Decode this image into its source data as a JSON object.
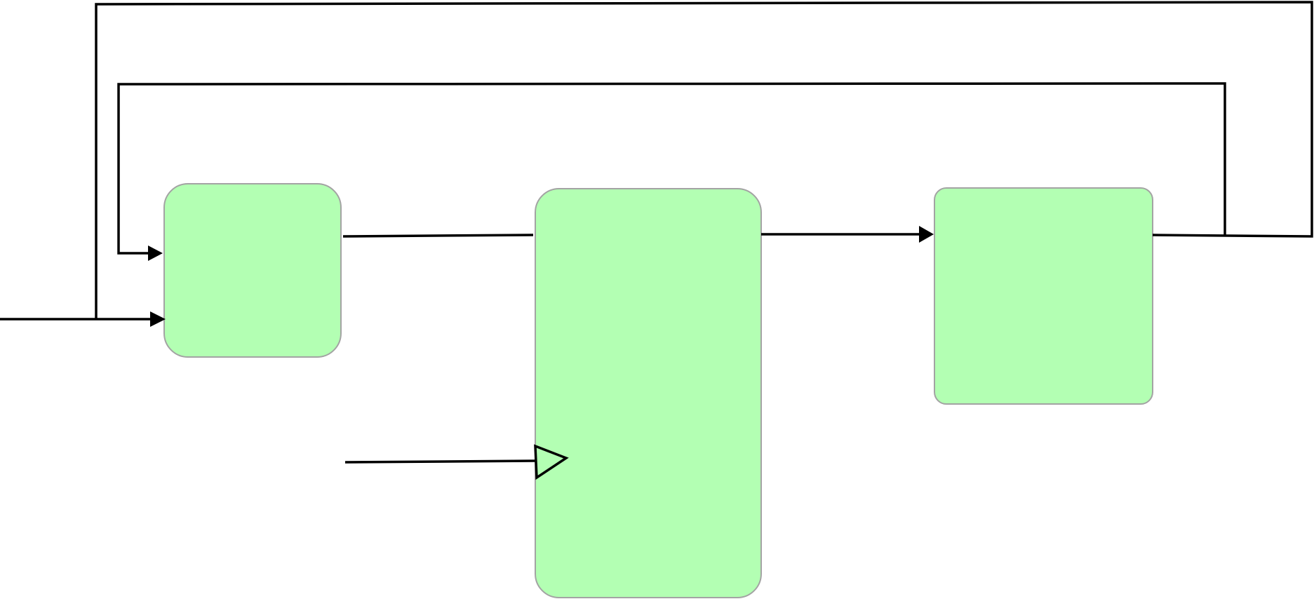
{
  "diagram": {
    "type": "block-diagram",
    "blocks": [
      {
        "id": "left-block",
        "text": ""
      },
      {
        "id": "center-block",
        "text": ""
      },
      {
        "id": "right-block",
        "text": ""
      }
    ],
    "connections": [
      {
        "id": "external-input",
        "from": "",
        "to": "left-block",
        "head": "filled-arrow"
      },
      {
        "id": "left-to-center",
        "from": "left-block",
        "to": "center-block",
        "head": "none"
      },
      {
        "id": "center-to-right",
        "from": "center-block",
        "to": "right-block",
        "head": "filled-arrow"
      },
      {
        "id": "feedback-inner",
        "from": "right-block",
        "to": "left-block",
        "head": "filled-arrow"
      },
      {
        "id": "feedback-outer",
        "from": "right-block",
        "to": "left-block",
        "head": "none"
      },
      {
        "id": "clock-input",
        "from": "",
        "to": "center-block",
        "head": "clock-triangle"
      }
    ],
    "colors": {
      "block_fill": "#b3ffb3",
      "block_border": "#a3a3a3",
      "line": "#000000",
      "background": "#ffffff"
    }
  }
}
